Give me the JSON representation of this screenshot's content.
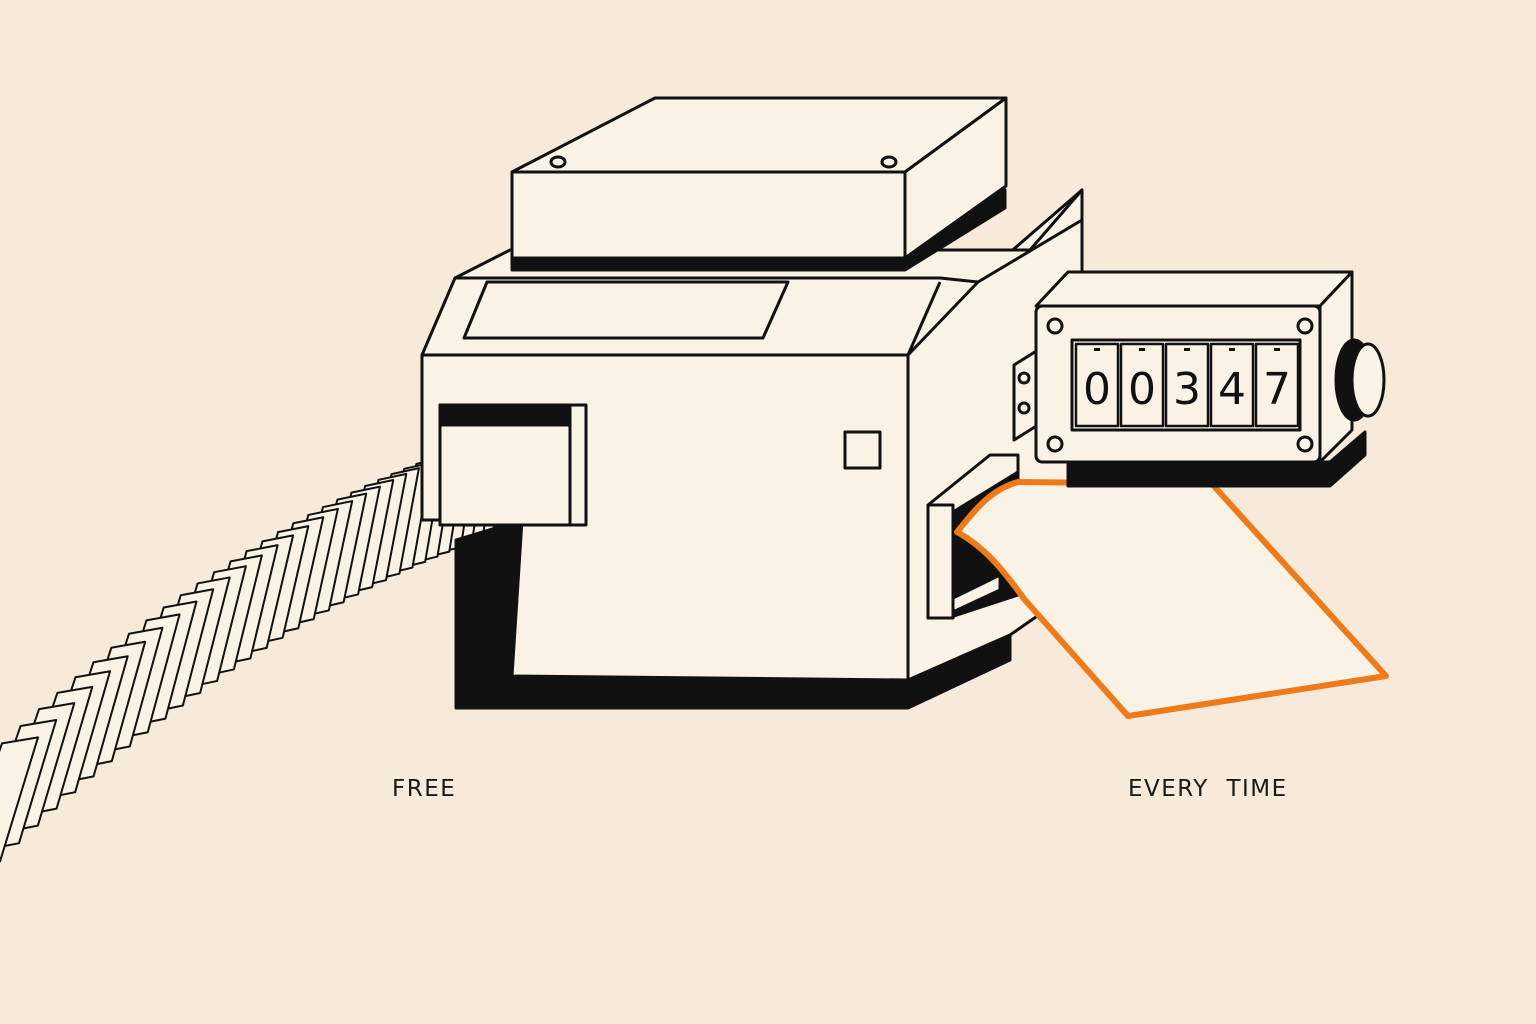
{
  "captions": {
    "left": "FREE",
    "right": "EVERY  TIME"
  },
  "counter": {
    "digits": [
      "0",
      "0",
      "3",
      "4",
      "7"
    ]
  },
  "colors": {
    "background": "#f8eadb",
    "paper": "#fbf2e6",
    "ink": "#111111",
    "accent": "#ef7a1a"
  }
}
